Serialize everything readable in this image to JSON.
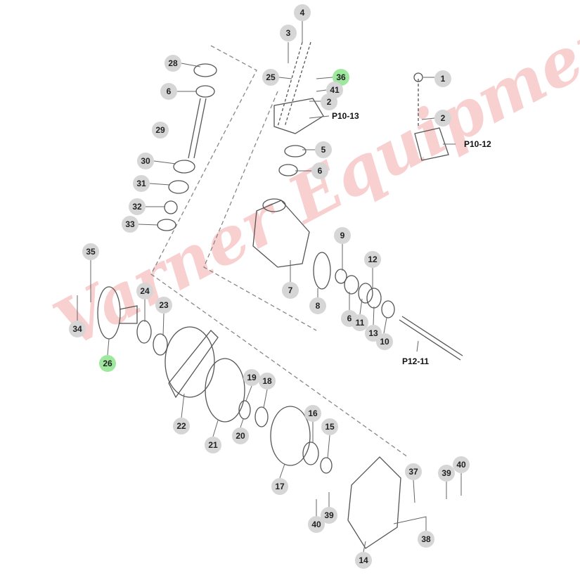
{
  "watermark": "Varner Equipment",
  "colors": {
    "callout": "#d6d6d6",
    "highlight": "#9ee89e",
    "watermark": "#eb7878"
  },
  "callouts": [
    "4",
    "3",
    "28",
    "25",
    "36",
    "41",
    "2",
    "6",
    "29",
    "5",
    "6",
    "30",
    "31",
    "32",
    "33",
    "1",
    "2",
    "9",
    "12",
    "35",
    "24",
    "23",
    "7",
    "8",
    "6",
    "11",
    "13",
    "10",
    "34",
    "26",
    "19",
    "18",
    "16",
    "15",
    "22",
    "21",
    "20",
    "17",
    "37",
    "39",
    "40",
    "40",
    "39",
    "38",
    "14"
  ],
  "refs": [
    "P10-13",
    "P10-12",
    "P12-11"
  ]
}
